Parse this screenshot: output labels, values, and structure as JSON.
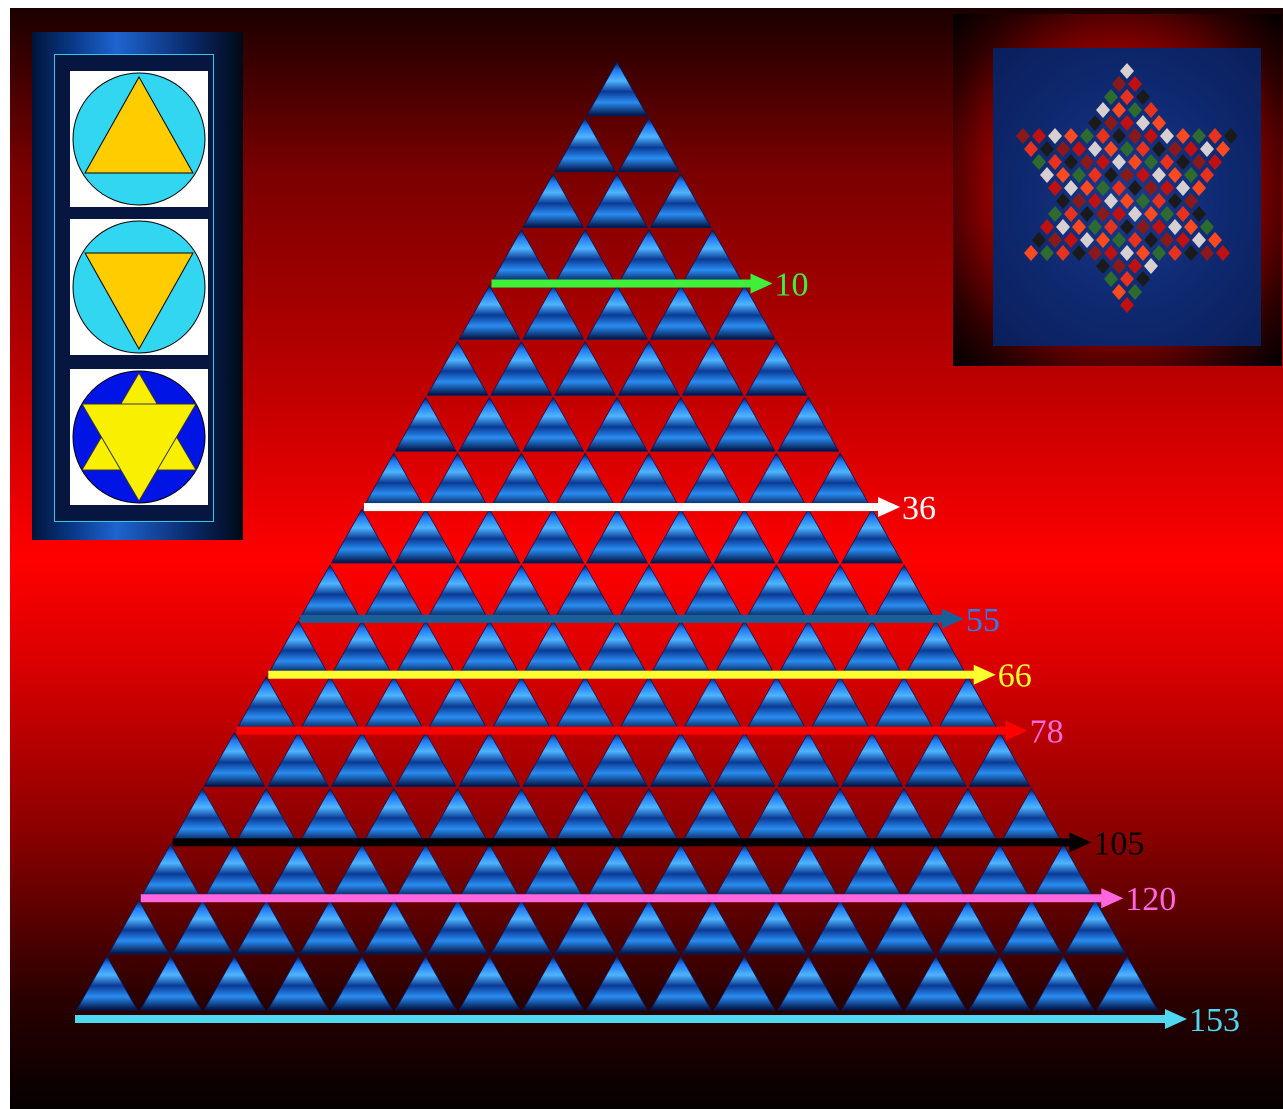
{
  "diagram": {
    "triangle_rows": 17,
    "row_markers": [
      {
        "value": "10",
        "row": 4,
        "color": "#3ef03a"
      },
      {
        "value": "36",
        "row": 8,
        "color": "#ffffff"
      },
      {
        "value": "55",
        "row": 10,
        "color": "#1a5f9a",
        "label_color": "#2a7ff0"
      },
      {
        "value": "66",
        "row": 11,
        "color": "#ffff30"
      },
      {
        "value": "78",
        "row": 12,
        "color": "#ff0000",
        "label_color": "#ff6ad5"
      },
      {
        "value": "105",
        "row": 14,
        "color": "#000000"
      },
      {
        "value": "120",
        "row": 15,
        "color": "#ff66e0"
      },
      {
        "value": "153",
        "row": 17,
        "color": "#4fd8f0"
      }
    ],
    "colors": {
      "triangle_light": "#4fb4ff",
      "triangle_mid": "#1e78f0",
      "triangle_dark": "#00174a",
      "symbol_circle": "#33d6f0",
      "symbol_triangle": "#ffcc00",
      "hexagram_circle": "#0014e6",
      "hexagram_fill": "#f8f000"
    },
    "symbols": [
      "upward-triangle-in-circle",
      "downward-triangle-in-circle",
      "hexagram-in-circle"
    ]
  }
}
